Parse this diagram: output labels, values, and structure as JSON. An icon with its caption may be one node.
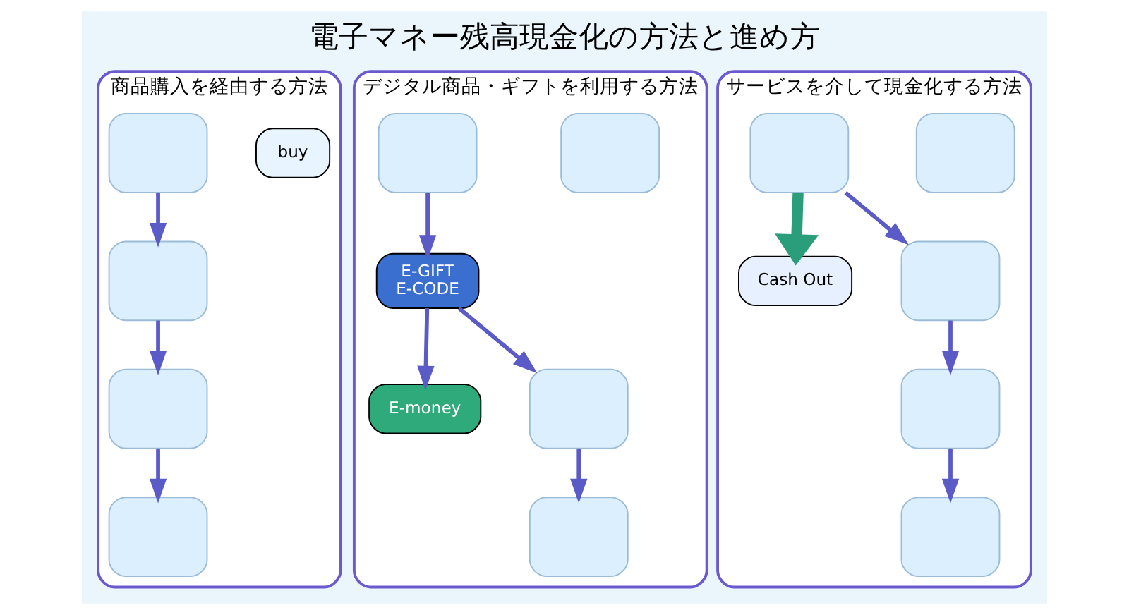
{
  "diagram": {
    "title": "電子マネー残高現金化の方法と進め方",
    "nodes": [
      {
        "text": [
          "商品購入を経由する方法"
        ]
      },
      {
        "text": [
          "buy"
        ],
        "in": 0
      },
      {
        "text": [],
        "shape": "box",
        "in": 0
      },
      {
        "text": [],
        "shape": "box",
        "in": 0
      },
      {
        "text": [],
        "shape": "box",
        "in": 0
      },
      {
        "text": [],
        "shape": "box",
        "in": 0
      },
      {
        "text": [
          "デジタル商品・ギフトを利用する方法"
        ]
      },
      {
        "text": [],
        "shape": "box",
        "in": 6
      },
      {
        "text": [],
        "shape": "box",
        "in": 6
      },
      {
        "text": [
          "E-GIFT",
          "E-CODE"
        ],
        "in": 6
      },
      {
        "text": [
          "E-money"
        ],
        "in": 6
      },
      {
        "text": [],
        "shape": "box",
        "in": 6
      },
      {
        "text": [],
        "shape": "box",
        "in": 6
      },
      {
        "text": [
          "サービスを介して現金化する方法"
        ]
      },
      {
        "text": [
          "Cash Out"
        ],
        "in": 13
      },
      {
        "text": [],
        "shape": "box",
        "in": 13
      },
      {
        "text": [],
        "shape": "box",
        "in": 13
      },
      {
        "text": [],
        "shape": "box",
        "in": 13
      },
      {
        "text": [],
        "shape": "box",
        "in": 13
      },
      {
        "text": [],
        "shape": "box",
        "in": 13
      }
    ],
    "edges": [
      {
        "from": 2,
        "to": 3,
        "arrow": "to"
      },
      {
        "from": 3,
        "to": 4,
        "arrow": "to"
      },
      {
        "from": 4,
        "to": 5,
        "arrow": "to"
      },
      {
        "from": 8,
        "to": 9,
        "arrow": "to"
      },
      {
        "from": 9,
        "to": 10,
        "arrow": "to"
      },
      {
        "from": 9,
        "to": 11,
        "arrow": "to"
      },
      {
        "from": 11,
        "to": 12,
        "arrow": "to"
      },
      {
        "from": 16,
        "to": 14,
        "arrow": "to",
        "color": "#2a9d7a",
        "style": "thick"
      },
      {
        "from": 16,
        "to": 17,
        "arrow": "to"
      },
      {
        "from": 17,
        "to": 18,
        "arrow": "to"
      },
      {
        "from": 18,
        "to": 19,
        "arrow": "to"
      }
    ]
  }
}
